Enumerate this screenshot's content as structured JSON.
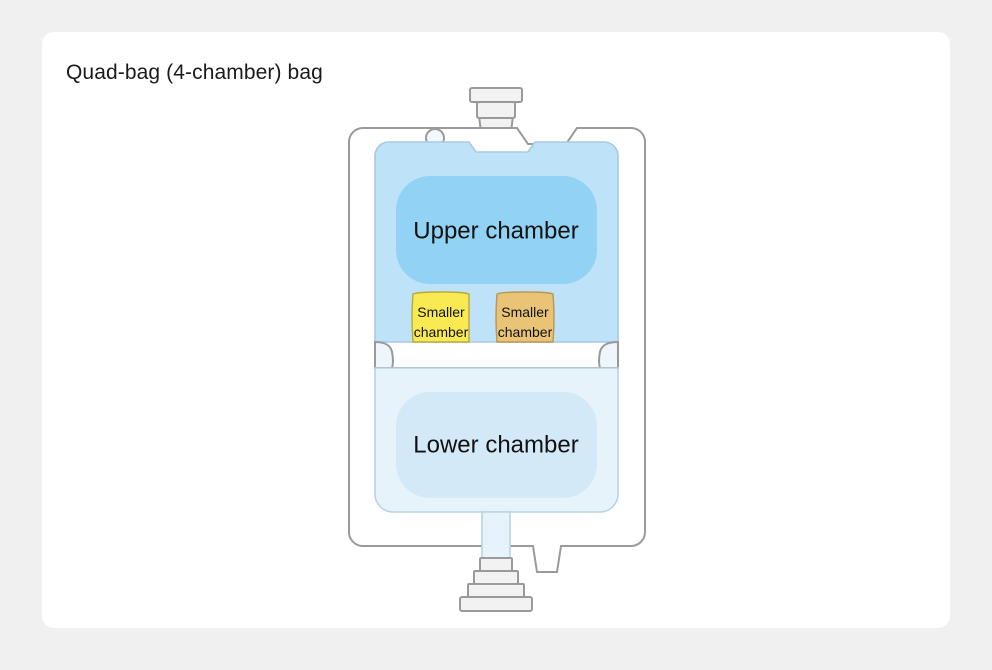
{
  "page": {
    "background_color": "#f0f0f0"
  },
  "card": {
    "title": "Quad-bag (4-chamber) bag",
    "background_color": "#ffffff"
  },
  "diagram": {
    "name": "quad-bag-illustration",
    "outline_color": "#9a9a9a",
    "chambers": [
      {
        "id": "upper",
        "label": "Upper chamber",
        "fill": "#bee3f8",
        "inner_fill": "#92d3f5"
      },
      {
        "id": "smaller-a",
        "label_line1": "Smaller",
        "label_line2": "chamber",
        "fill": "#f9ea53"
      },
      {
        "id": "smaller-b",
        "label_line1": "Smaller",
        "label_line2": "chamber",
        "fill": "#e9c477"
      },
      {
        "id": "lower",
        "label": "Lower chamber",
        "fill": "#e6f3fb",
        "inner_fill": "#d4e9f7"
      }
    ],
    "ports": {
      "top": "top-fill-port",
      "bottom": "bottom-outlet-port"
    },
    "hanging_hole": "hanger-hole"
  }
}
